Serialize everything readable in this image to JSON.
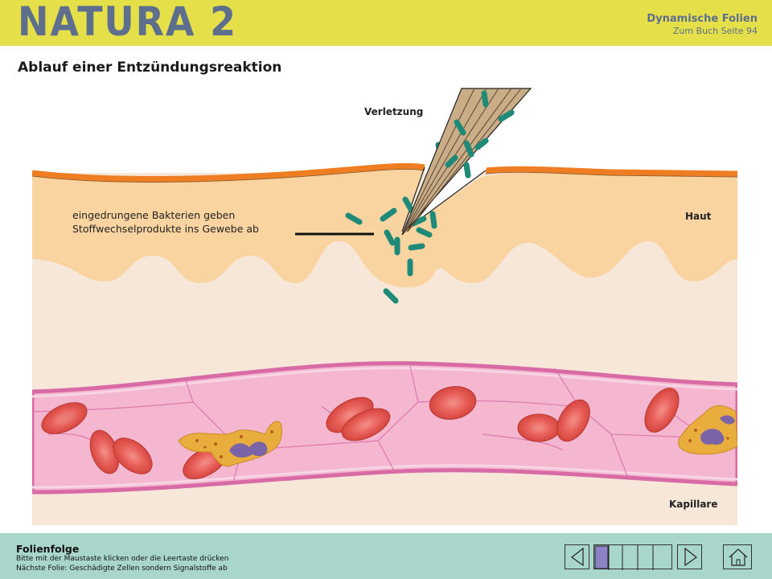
{
  "header": {
    "logo": "NATURA 2",
    "product": "Dynamische Folien",
    "page_ref": "Zum Buch Seite  94"
  },
  "slide": {
    "title": "Ablauf einer Entzündungsreaktion",
    "labels": {
      "injury": "Verletzung",
      "skin": "Haut",
      "capillary": "Kapillare",
      "bacteria_line1": "eingedrungene Bakterien geben",
      "bacteria_line2": "Stoffwechselprodukte ins Gewebe ab"
    },
    "colors": {
      "skin": "#fad4a0",
      "skin_top": "#ef7d22",
      "tissue": "#f6e7d9",
      "capillary": "#f5b6cf",
      "capillary_border": "#d86ba6",
      "red_blood_cell": "#e5574f",
      "bacteria": "#1f8a78",
      "white_cell": "#e9ad3e",
      "nucleus": "#7b63a8"
    }
  },
  "footer": {
    "title": "Folienfolge",
    "instruction": "Bitte mit der Maustaste klicken oder die Leertaste drücken",
    "next": "Nächste Folie: Geschädigte Zellen sondern Signalstoffe ab",
    "nav": {
      "prev_icon": "triangle-left-icon",
      "next_icon": "triangle-right-icon",
      "home_icon": "home-icon",
      "progress_total": 5,
      "progress_current": 1
    }
  }
}
